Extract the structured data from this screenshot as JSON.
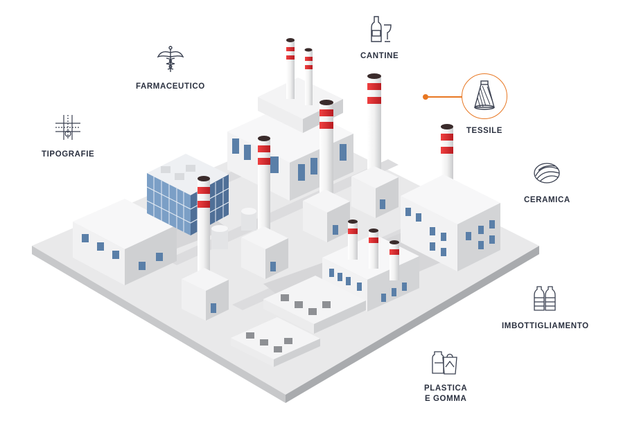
{
  "industries": [
    {
      "id": "farmaceutico",
      "label": "FARMACEUTICO",
      "icon": "caduceus-icon",
      "active": false
    },
    {
      "id": "cantine",
      "label": "CANTINE",
      "icon": "wine-bottle-glass-icon",
      "active": false
    },
    {
      "id": "tessile",
      "label": "TESSILE",
      "icon": "thread-cone-icon",
      "active": true
    },
    {
      "id": "tipografie",
      "label": "TIPOGRAFIE",
      "icon": "printing-marks-icon",
      "active": false
    },
    {
      "id": "ceramica",
      "label": "CERAMICA",
      "icon": "ceramic-tile-icon",
      "active": false
    },
    {
      "id": "imbottigliamento",
      "label": "IMBOTTIGLIAMENTO",
      "icon": "bottles-icon",
      "active": false
    },
    {
      "id": "plastica",
      "label": "PLASTICA\nE GOMMA",
      "label_line1": "PLASTICA",
      "label_line2": "E GOMMA",
      "icon": "plastic-containers-icon",
      "active": false
    }
  ],
  "colors": {
    "accent": "#e87722",
    "label": "#2b3140",
    "icon_stroke": "#3a4050",
    "chimney_red": "#e0262b",
    "window_blue": "#5a7fa8"
  }
}
